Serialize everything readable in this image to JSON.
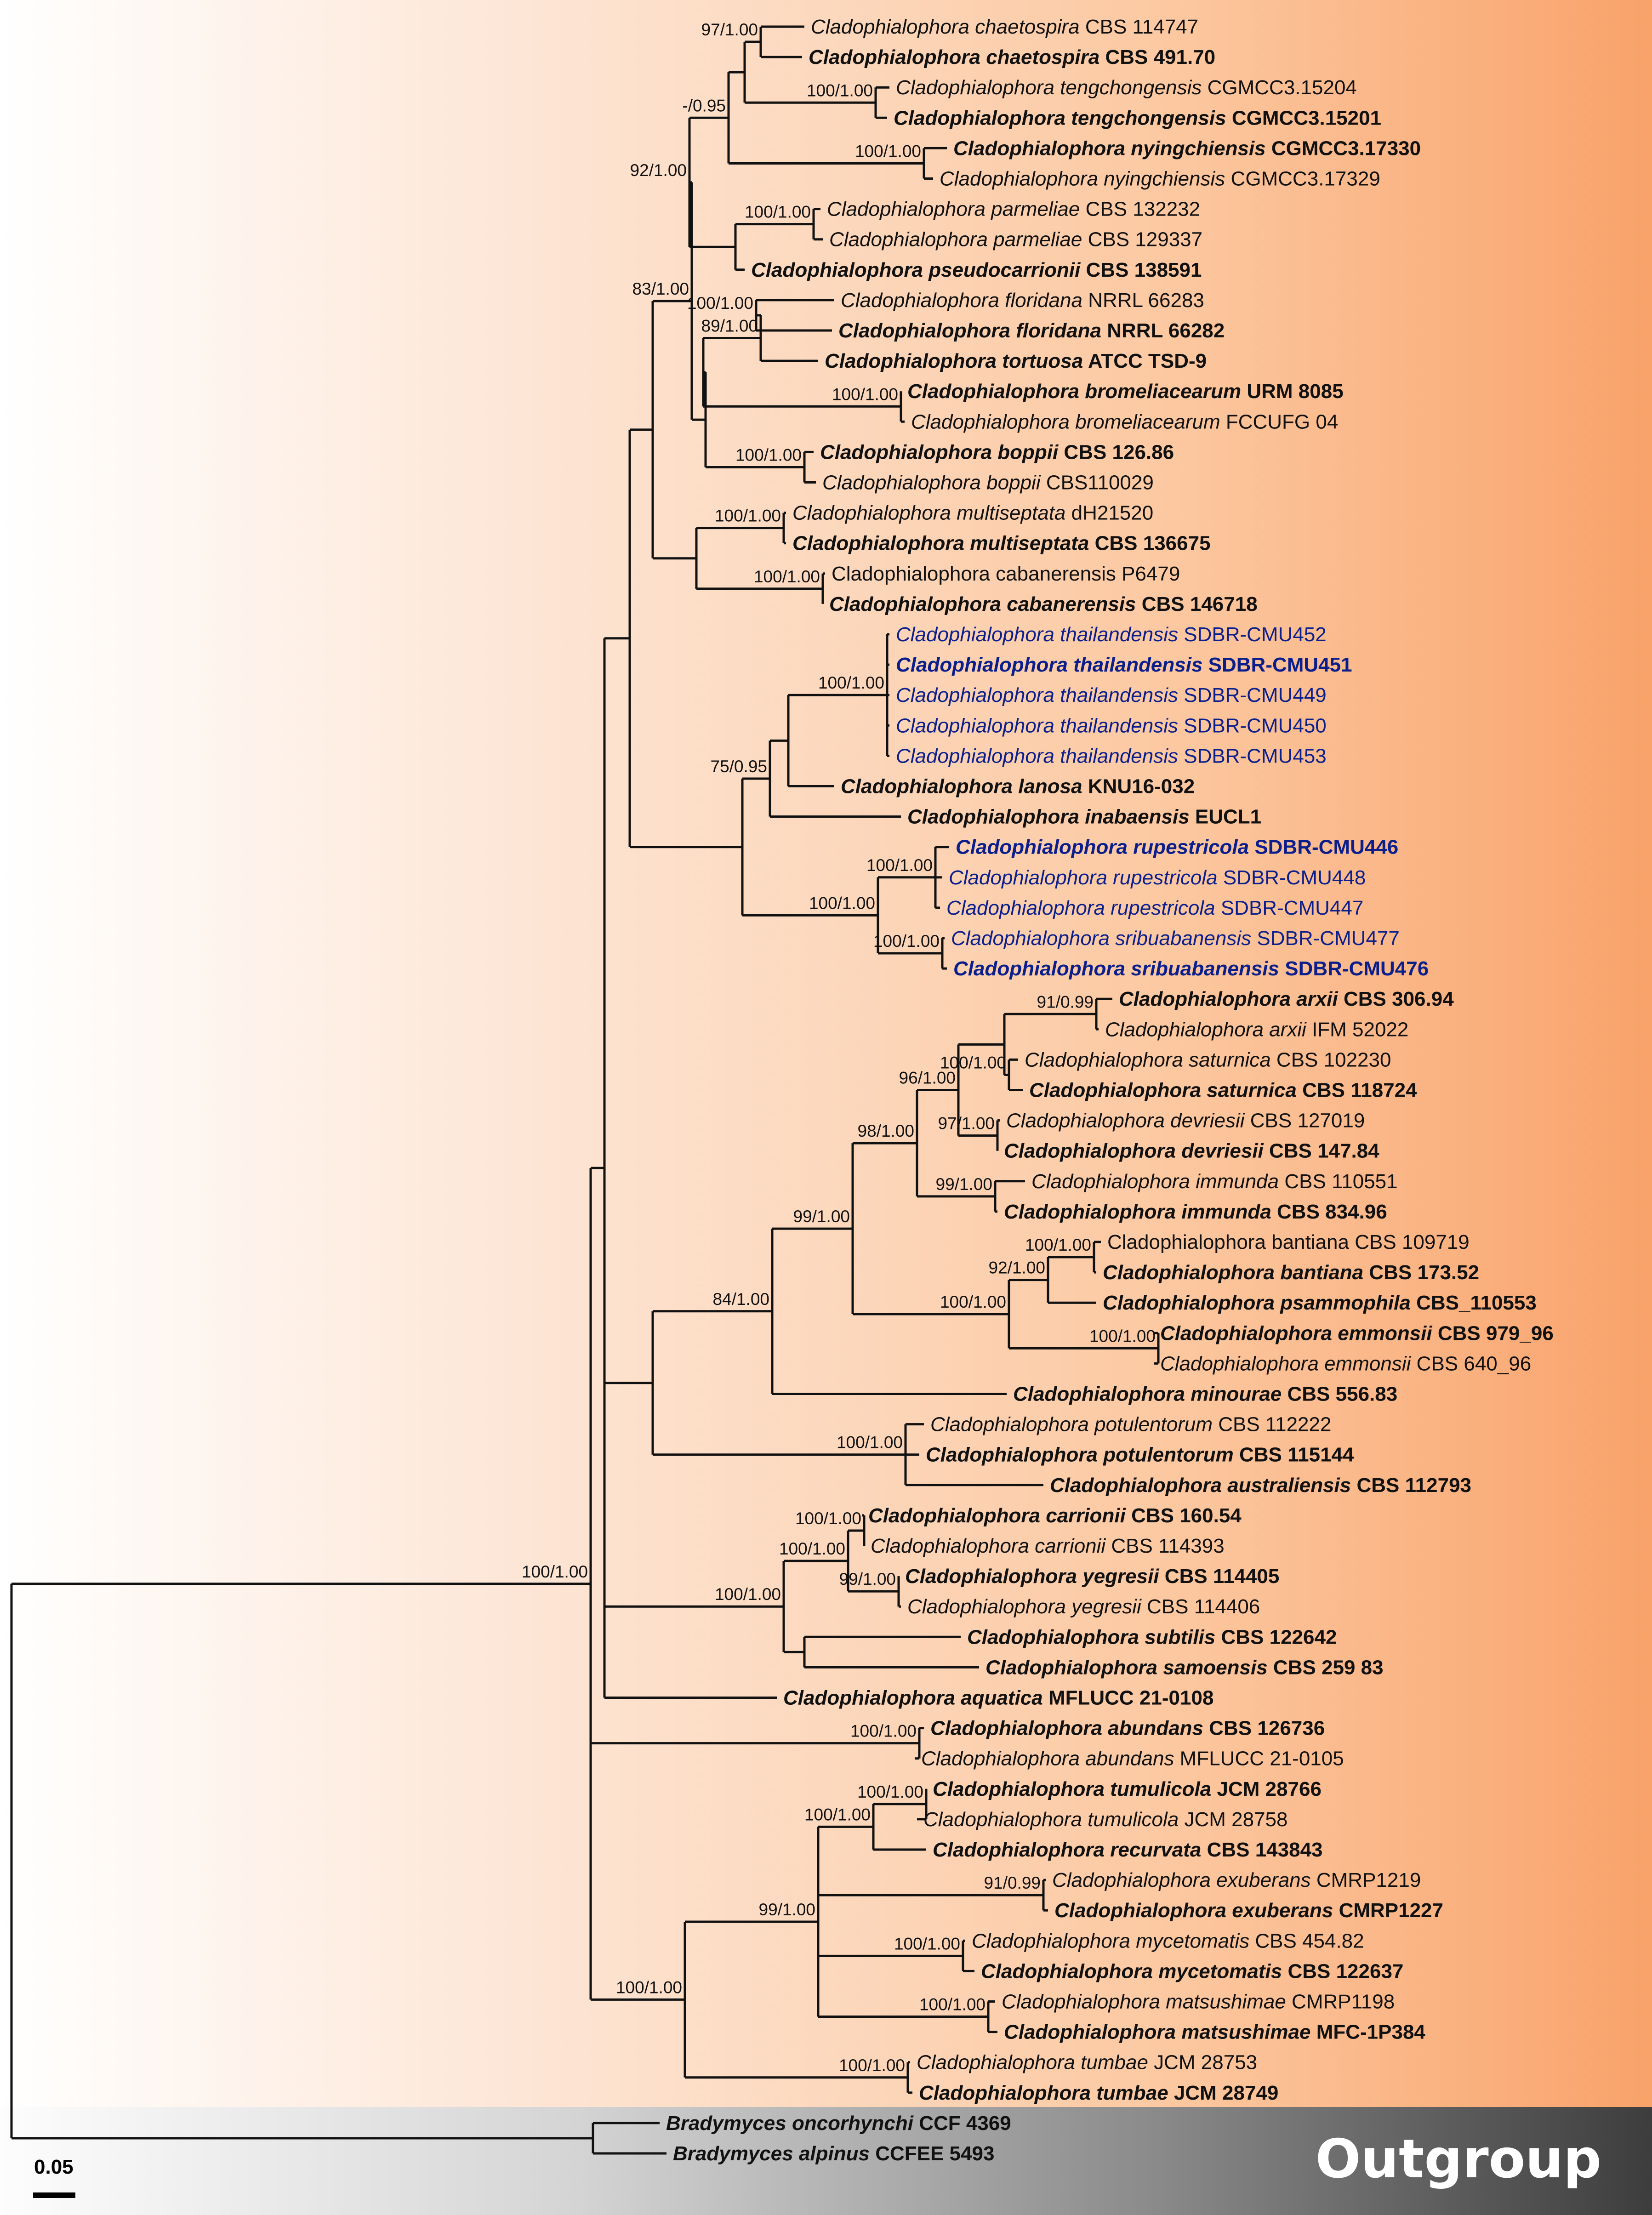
{
  "colors": {
    "line": "#111111",
    "tip_black": "#111111",
    "tip_blue": "#0b1f8c"
  },
  "outgroup_label": "Outgroup",
  "scale_label": "0.05",
  "tips": [
    {
      "genus": "Cladophialophora",
      "species": "chaetospira",
      "strain": "CBS 114747",
      "bold": false,
      "color": "black"
    },
    {
      "genus": "Cladophialophora",
      "species": "chaetospira",
      "strain": "CBS 491.70",
      "bold": true,
      "color": "black"
    },
    {
      "genus": "Cladophialophora",
      "species": "tengchongensis",
      "strain": "CGMCC3.15204",
      "bold": false,
      "color": "black"
    },
    {
      "genus": "Cladophialophora",
      "species": "tengchongensis",
      "strain": "CGMCC3.15201",
      "bold": true,
      "color": "black"
    },
    {
      "genus": "Cladophialophora",
      "species": "nyingchiensis",
      "strain": "CGMCC3.17330",
      "bold": true,
      "color": "black"
    },
    {
      "genus": "Cladophialophora",
      "species": "nyingchiensis",
      "strain": "CGMCC3.17329",
      "bold": false,
      "color": "black"
    },
    {
      "genus": "Cladophialophora",
      "species": "parmeliae",
      "strain": "CBS 132232",
      "bold": false,
      "color": "black"
    },
    {
      "genus": "Cladophialophora",
      "species": "parmeliae",
      "strain": "CBS 129337",
      "bold": false,
      "color": "black"
    },
    {
      "genus": "Cladophialophora",
      "species": "pseudocarrionii",
      "strain": "CBS 138591",
      "bold": true,
      "color": "black"
    },
    {
      "genus": "Cladophialophora",
      "species": "floridana",
      "strain": "NRRL 66283",
      "bold": false,
      "color": "black"
    },
    {
      "genus": "Cladophialophora",
      "species": "floridana",
      "strain": "NRRL 66282",
      "bold": true,
      "color": "black"
    },
    {
      "genus": "Cladophialophora",
      "species": "tortuosa",
      "strain": "ATCC TSD-9",
      "bold": true,
      "color": "black"
    },
    {
      "genus": "Cladophialophora",
      "species": "bromeliacearum",
      "strain": "URM 8085",
      "bold": true,
      "color": "black"
    },
    {
      "genus": "Cladophialophora",
      "species": "bromeliacearum",
      "strain": "FCCUFG 04",
      "bold": false,
      "color": "black"
    },
    {
      "genus": "Cladophialophora",
      "species": "boppii",
      "strain": "CBS 126.86",
      "bold": true,
      "color": "black"
    },
    {
      "genus": "Cladophialophora",
      "species": "boppii",
      "strain": "CBS110029",
      "bold": false,
      "color": "black"
    },
    {
      "genus": "Cladophialophora",
      "species": "multiseptata",
      "strain": "dH21520",
      "bold": false,
      "color": "black"
    },
    {
      "genus": "Cladophialophora",
      "species": "multiseptata",
      "strain": "CBS 136675",
      "bold": true,
      "color": "black"
    },
    {
      "genus": "Cladophialophora",
      "species": "cabanerensis",
      "strain": "P6479",
      "bold": false,
      "color": "black",
      "italic": false
    },
    {
      "genus": "Cladophialophora",
      "species": "cabanerensis",
      "strain": "CBS 146718",
      "bold": true,
      "color": "black"
    },
    {
      "genus": "Cladophialophora",
      "species": "thailandensis",
      "strain": "SDBR-CMU452",
      "bold": false,
      "color": "blue"
    },
    {
      "genus": "Cladophialophora",
      "species": "thailandensis",
      "strain": "SDBR-CMU451",
      "bold": true,
      "color": "blue"
    },
    {
      "genus": "Cladophialophora",
      "species": "thailandensis",
      "strain": "SDBR-CMU449",
      "bold": false,
      "color": "blue"
    },
    {
      "genus": "Cladophialophora",
      "species": "thailandensis",
      "strain": "SDBR-CMU450",
      "bold": false,
      "color": "blue"
    },
    {
      "genus": "Cladophialophora",
      "species": "thailandensis",
      "strain": "SDBR-CMU453",
      "bold": false,
      "color": "blue"
    },
    {
      "genus": "Cladophialophora",
      "species": "lanosa",
      "strain": "KNU16-032",
      "bold": true,
      "color": "black"
    },
    {
      "genus": "Cladophialophora",
      "species": "inabaensis",
      "strain": "EUCL1",
      "bold": true,
      "color": "black"
    },
    {
      "genus": "Cladophialophora",
      "species": "rupestricola",
      "strain": "SDBR-CMU446",
      "bold": true,
      "color": "blue"
    },
    {
      "genus": "Cladophialophora",
      "species": "rupestricola",
      "strain": "SDBR-CMU448",
      "bold": false,
      "color": "blue"
    },
    {
      "genus": "Cladophialophora",
      "species": "rupestricola",
      "strain": "SDBR-CMU447",
      "bold": false,
      "color": "blue"
    },
    {
      "genus": "Cladophialophora",
      "species": "sribuabanensis",
      "strain": "SDBR-CMU477",
      "bold": false,
      "color": "blue"
    },
    {
      "genus": "Cladophialophora",
      "species": "sribuabanensis",
      "strain": "SDBR-CMU476",
      "bold": true,
      "color": "blue"
    },
    {
      "genus": "Cladophialophora",
      "species": "arxii",
      "strain": "CBS 306.94",
      "bold": true,
      "color": "black"
    },
    {
      "genus": "Cladophialophora",
      "species": "arxii",
      "strain": "IFM 52022",
      "bold": false,
      "color": "black"
    },
    {
      "genus": "Cladophialophora",
      "species": "saturnica",
      "strain": "CBS 102230",
      "bold": false,
      "color": "black"
    },
    {
      "genus": "Cladophialophora",
      "species": "saturnica",
      "strain": "CBS 118724",
      "bold": true,
      "color": "black"
    },
    {
      "genus": "Cladophialophora",
      "species": "devriesii",
      "strain": "CBS 127019",
      "bold": false,
      "color": "black"
    },
    {
      "genus": "Cladophialophora",
      "species": "devriesii",
      "strain": "CBS 147.84",
      "bold": true,
      "color": "black"
    },
    {
      "genus": "Cladophialophora",
      "species": "immunda",
      "strain": "CBS 110551",
      "bold": false,
      "color": "black"
    },
    {
      "genus": "Cladophialophora",
      "species": "immunda",
      "strain": "CBS 834.96",
      "bold": true,
      "color": "black"
    },
    {
      "genus": "Cladophialophora",
      "species": "bantiana",
      "strain": "CBS 109719",
      "bold": false,
      "color": "black",
      "italic": false
    },
    {
      "genus": "Cladophialophora",
      "species": "bantiana",
      "strain": "CBS 173.52",
      "bold": true,
      "color": "black"
    },
    {
      "genus": "Cladophialophora",
      "species": "psammophila",
      "strain": "CBS_110553",
      "bold": true,
      "color": "black"
    },
    {
      "genus": "Cladophialophora",
      "species": "emmonsii",
      "strain": "CBS 979_96",
      "bold": true,
      "color": "black"
    },
    {
      "genus": "Cladophialophora",
      "species": "emmonsii",
      "strain": "CBS 640_96",
      "bold": false,
      "color": "black"
    },
    {
      "genus": "Cladophialophora",
      "species": "minourae",
      "strain": "CBS 556.83",
      "bold": true,
      "color": "black"
    },
    {
      "genus": "Cladophialophora",
      "species": "potulentorum",
      "strain": "CBS 112222",
      "bold": false,
      "color": "black"
    },
    {
      "genus": "Cladophialophora",
      "species": "potulentorum",
      "strain": "CBS 115144",
      "bold": true,
      "color": "black"
    },
    {
      "genus": "Cladophialophora",
      "species": "australiensis",
      "strain": "CBS 112793",
      "bold": true,
      "color": "black"
    },
    {
      "genus": "Cladophialophora",
      "species": "carrionii",
      "strain": "CBS 160.54",
      "bold": true,
      "color": "black"
    },
    {
      "genus": "Cladophialophora",
      "species": "carrionii",
      "strain": "CBS 114393",
      "bold": false,
      "color": "black"
    },
    {
      "genus": "Cladophialophora",
      "species": "yegresii",
      "strain": "CBS 114405",
      "bold": true,
      "color": "black"
    },
    {
      "genus": "Cladophialophora",
      "species": "yegresii",
      "strain": "CBS 114406",
      "bold": false,
      "color": "black"
    },
    {
      "genus": "Cladophialophora",
      "species": "subtilis",
      "strain": "CBS 122642",
      "bold": true,
      "color": "black"
    },
    {
      "genus": "Cladophialophora",
      "species": "samoensis",
      "strain": "CBS 259 83",
      "bold": true,
      "color": "black"
    },
    {
      "genus": "Cladophialophora",
      "species": "aquatica",
      "strain": "MFLUCC 21-0108",
      "bold": true,
      "color": "black"
    },
    {
      "genus": "Cladophialophora",
      "species": "abundans",
      "strain": "CBS 126736",
      "bold": true,
      "color": "black"
    },
    {
      "genus": "Cladophialophora",
      "species": "abundans",
      "strain": "MFLUCC 21-0105",
      "bold": false,
      "color": "black"
    },
    {
      "genus": "Cladophialophora",
      "species": "tumulicola",
      "strain": "JCM 28766",
      "bold": true,
      "color": "black"
    },
    {
      "genus": "Cladophialophora",
      "species": "tumulicola",
      "strain": "JCM 28758",
      "bold": false,
      "color": "black"
    },
    {
      "genus": "Cladophialophora",
      "species": "recurvata",
      "strain": "CBS 143843",
      "bold": true,
      "color": "black"
    },
    {
      "genus": "Cladophialophora",
      "species": "exuberans",
      "strain": "CMRP1219",
      "bold": false,
      "color": "black"
    },
    {
      "genus": "Cladophialophora",
      "species": "exuberans",
      "strain": "CMRP1227",
      "bold": true,
      "color": "black"
    },
    {
      "genus": "Cladophialophora",
      "species": "mycetomatis",
      "strain": "CBS 454.82",
      "bold": false,
      "color": "black"
    },
    {
      "genus": "Cladophialophora",
      "species": "mycetomatis",
      "strain": "CBS 122637",
      "bold": true,
      "color": "black"
    },
    {
      "genus": "Cladophialophora",
      "species": "matsushimae",
      "strain": "CMRP1198",
      "bold": false,
      "color": "black"
    },
    {
      "genus": "Cladophialophora",
      "species": "matsushimae",
      "strain": "MFC-1P384",
      "bold": true,
      "color": "black"
    },
    {
      "genus": "Cladophialophora",
      "species": "tumbae",
      "strain": "JCM 28753",
      "bold": false,
      "color": "black"
    },
    {
      "genus": "Cladophialophora",
      "species": "tumbae",
      "strain": "JCM 28749",
      "bold": true,
      "color": "black"
    },
    {
      "genus": "Bradymyces",
      "species": "oncorhynchi",
      "strain": "CCF 4369",
      "bold": true,
      "color": "black"
    },
    {
      "genus": "Bradymyces",
      "species": "alpinus",
      "strain": "CCFEE 5493",
      "bold": true,
      "color": "black"
    }
  ],
  "supports": [
    "97/1.00",
    "100/1.00",
    "-/0.95",
    "100/1.00",
    "83/1.00",
    "92/1.00",
    "100/1.00",
    "100/1.00",
    "89/1.00",
    "100/1.00",
    "100/1.00",
    "100/1.00",
    "100/1.00",
    "75/0.95",
    "100/1.00",
    "100/1.00",
    "100/1.00",
    "100/1.00",
    "91/0.99",
    "100/1.00",
    "97/1.00",
    "96/1.00",
    "99/1.00",
    "98/1.00",
    "100/1.00",
    "92/1.00",
    "100/1.00",
    "100/1.00",
    "99/1.00",
    "84/1.00",
    "100/1.00",
    "100/1.00",
    "100/1.00",
    "99/1.00",
    "100/1.00",
    "100/1.00",
    "100/1.00",
    "100/1.00",
    "100/1.00",
    "91/0.99",
    "100/1.00",
    "100/1.00",
    "99/1.00",
    "100/1.00",
    "100/1.00",
    "100/1.00"
  ]
}
